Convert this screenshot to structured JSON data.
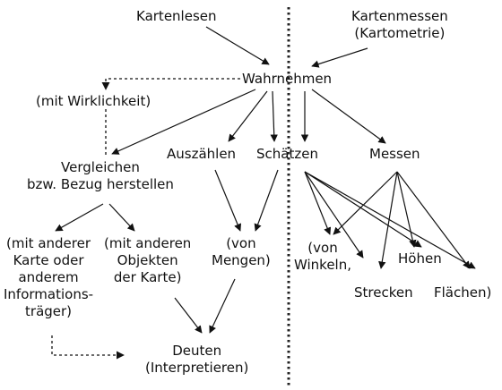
{
  "nodes": {
    "kartenlesen": "Kartenlesen",
    "kartenmessen_1": "Kartenmessen",
    "kartenmessen_2": "(Kartometrie)",
    "wahrnehmen": "Wahrnehmen",
    "mit_wirklichkeit": "(mit Wirklichkeit)",
    "vergleichen_1": "Vergleichen",
    "vergleichen_2": "bzw. Bezug herstellen",
    "auszaehlen": "Auszählen",
    "schaetzen": "Schätzen",
    "messen": "Messen",
    "andere_karte_1": "(mit anderer",
    "andere_karte_2": "Karte oder",
    "andere_karte_3": "anderem",
    "andere_karte_4": "Informations-",
    "andere_karte_5": "träger)",
    "objekte_1": "(mit anderen",
    "objekte_2": "Objekten",
    "objekte_3": "der Karte)",
    "mengen_1": "(von",
    "mengen_2": "Mengen)",
    "winkeln_1": "(von",
    "winkeln_2": "Winkeln,",
    "hoehen": "Höhen",
    "strecken": "Strecken",
    "flaechen": "Flächen)",
    "deuten_1": "Deuten",
    "deuten_2": "(Interpretieren)"
  },
  "colors": {
    "ink": "#111111",
    "divider": "#222222"
  }
}
